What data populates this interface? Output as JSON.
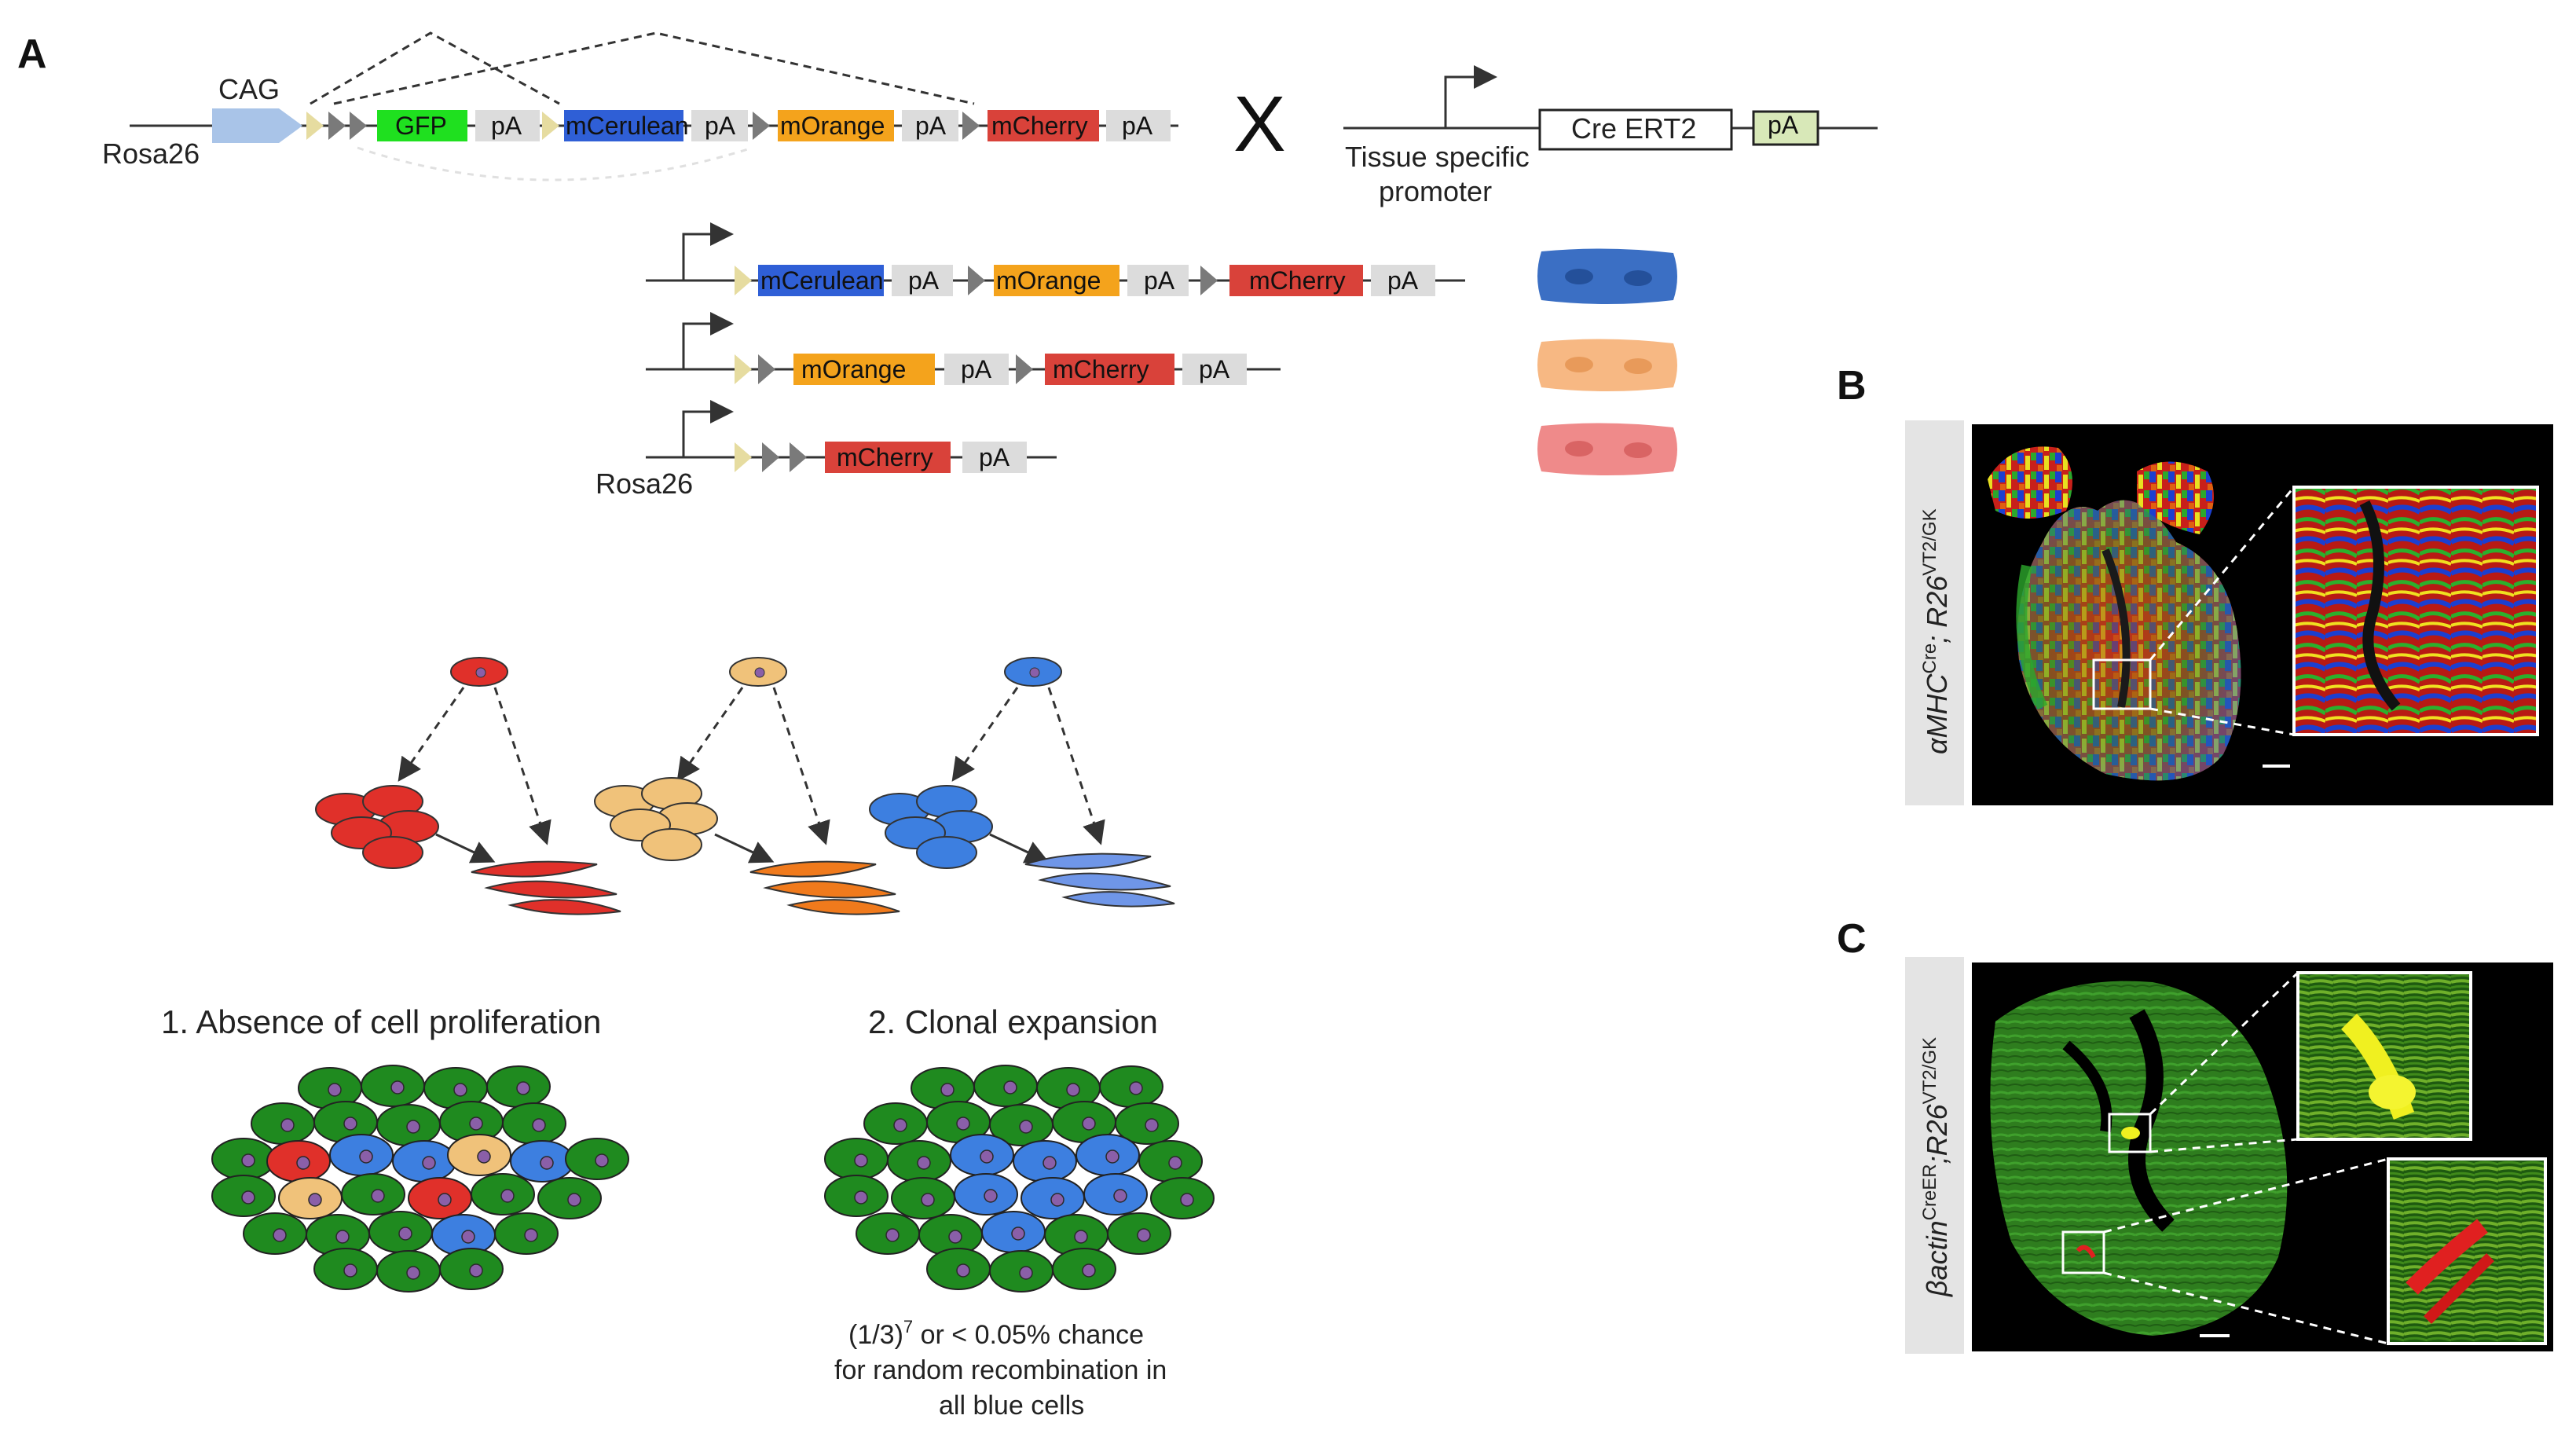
{
  "panels": {
    "a": "A",
    "b": "B",
    "c": "C"
  },
  "construct": {
    "promoter": "CAG",
    "locus": "Rosa26",
    "gfp": "GFP",
    "cerulean": "mCerulean",
    "orange": "mOrange",
    "cherry": "mCherry",
    "pa": "pA",
    "cross": "X"
  },
  "cre": {
    "promoter_line1": "Tissue specific",
    "promoter_line2": "promoter",
    "cassette": "Cre ERT2",
    "pa": "pA"
  },
  "recombined": {
    "locus": "Rosa26",
    "cerulean": "mCerulean",
    "orange": "mOrange",
    "cherry": "mCherry",
    "pa": "pA"
  },
  "outcomes": {
    "label_1": "1.   Absence of cell proliferation",
    "label_2": "2.   Clonal expansion",
    "note_line1": "(1/3)",
    "note_exp": "7",
    "note_line1b": " or  < 0.05% chance",
    "note_line2": "for random recombination in",
    "note_line3": "all blue cells"
  },
  "panel_b": {
    "genotype_main": "αMHC",
    "genotype_sup1": "Cre",
    "genotype_sep": "; R26",
    "genotype_sup2": "VT2/GK"
  },
  "panel_c": {
    "genotype_main": "βactin",
    "genotype_sup1": "CreER",
    "genotype_sep": ";R26",
    "genotype_sup2": "VT2/GK"
  },
  "colors": {
    "gfp": "#1fe01f",
    "cerulean": "#2f5fd6",
    "orange": "#f4a31c",
    "cherry": "#d9423a",
    "pa": "#dcdcdc",
    "arrow_gray": "#7a7a7a",
    "loxp": "#e6dca0",
    "cag": "#a9c4e8",
    "cell_green": "#1f8a1f",
    "cell_blue": "#3d7fe0",
    "cell_red": "#e0302a",
    "cell_tan": "#f0c27a",
    "nucleus": "#8a5fa8"
  }
}
